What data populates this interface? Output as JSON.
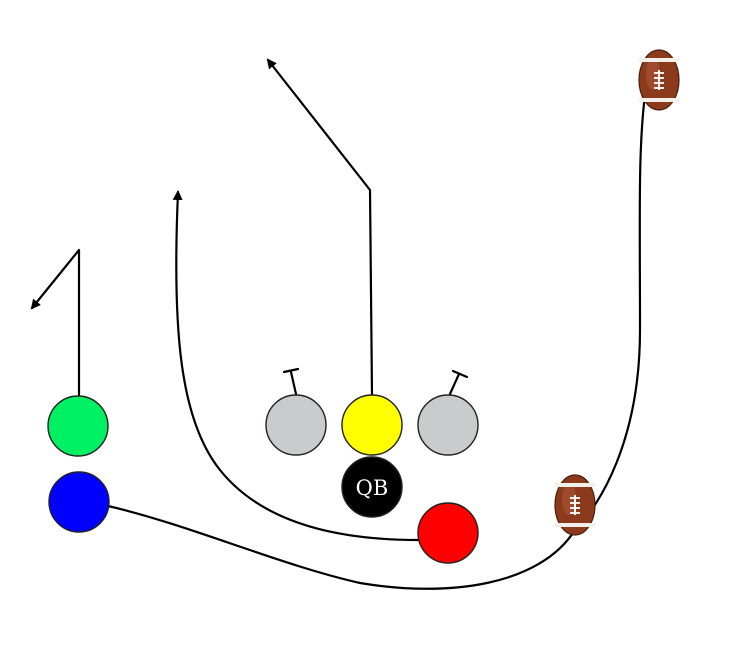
{
  "diagram": {
    "qb_label": "QB",
    "colors": {
      "left_outer_receiver": "#00f063",
      "left_back": "#0000ff",
      "center": "#ffff00",
      "linemen": "#c8cccc",
      "qb": "#000000",
      "right_back": "#ff0000",
      "route_line": "#000000",
      "football": "#8b3a1c"
    },
    "players": [
      {
        "id": "green-receiver",
        "role": "receiver",
        "color": "left_outer_receiver"
      },
      {
        "id": "blue-back",
        "role": "back",
        "color": "left_back"
      },
      {
        "id": "left-lineman",
        "role": "lineman",
        "color": "linemen",
        "block": true
      },
      {
        "id": "center",
        "role": "center",
        "color": "center"
      },
      {
        "id": "right-lineman",
        "role": "lineman",
        "color": "linemen",
        "block": true
      },
      {
        "id": "quarterback",
        "role": "qb",
        "color": "qb"
      },
      {
        "id": "red-back",
        "role": "back",
        "color": "right_back"
      }
    ],
    "icons": [
      "football-icon",
      "football-icon"
    ]
  }
}
